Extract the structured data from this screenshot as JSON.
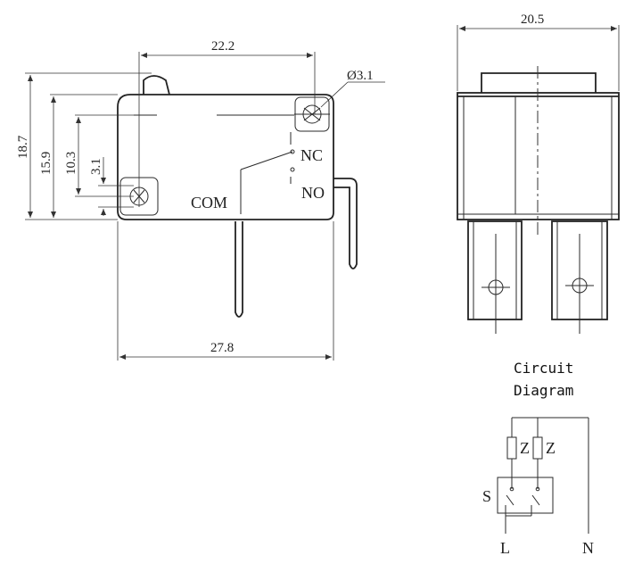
{
  "side_view": {
    "dim_length_top": "22.2",
    "dim_hole_dia": "Ø3.1",
    "dim_height_total": "18.7",
    "dim_height_2": "15.9",
    "dim_height_3": "10.3",
    "dim_height_4": "3.1",
    "dim_length_bottom": "27.8",
    "label_nc": "NC",
    "label_no": "NO",
    "label_com": "COM"
  },
  "front_view": {
    "dim_width": "20.5"
  },
  "circuit": {
    "title_line1": "Circuit",
    "title_line2": "Diagram",
    "label_z1": "Z",
    "label_z2": "Z",
    "label_s": "S",
    "label_l": "L",
    "label_n": "N"
  }
}
